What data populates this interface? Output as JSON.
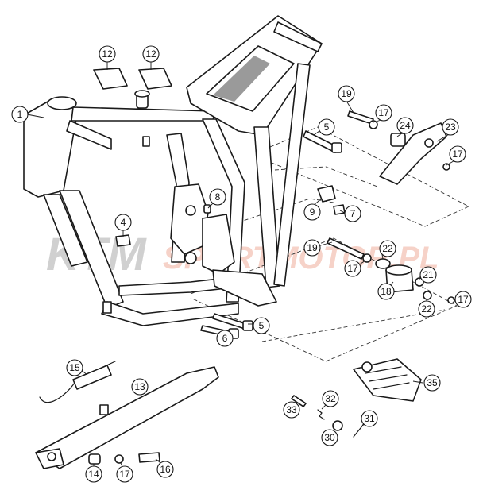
{
  "watermark": {
    "main": "KTM",
    "site": "SPORTMOTOR.PL"
  },
  "callouts": [
    {
      "key": "c1",
      "label": "1"
    },
    {
      "key": "c12a",
      "label": "12"
    },
    {
      "key": "c12b",
      "label": "12"
    },
    {
      "key": "c19a",
      "label": "19"
    },
    {
      "key": "c17a",
      "label": "17"
    },
    {
      "key": "c24",
      "label": "24"
    },
    {
      "key": "c23",
      "label": "23"
    },
    {
      "key": "c17b",
      "label": "17"
    },
    {
      "key": "c5a",
      "label": "5"
    },
    {
      "key": "c8",
      "label": "8"
    },
    {
      "key": "c9",
      "label": "9"
    },
    {
      "key": "c7",
      "label": "7"
    },
    {
      "key": "c4",
      "label": "4"
    },
    {
      "key": "c19b",
      "label": "19"
    },
    {
      "key": "c22a",
      "label": "22"
    },
    {
      "key": "c17c",
      "label": "17"
    },
    {
      "key": "c21",
      "label": "21"
    },
    {
      "key": "c18",
      "label": "18"
    },
    {
      "key": "c22b",
      "label": "22"
    },
    {
      "key": "c17d",
      "label": "17"
    },
    {
      "key": "c6",
      "label": "6"
    },
    {
      "key": "c5b",
      "label": "5"
    },
    {
      "key": "c15",
      "label": "15"
    },
    {
      "key": "c13",
      "label": "13"
    },
    {
      "key": "c35",
      "label": "35"
    },
    {
      "key": "c33",
      "label": "33"
    },
    {
      "key": "c32",
      "label": "32"
    },
    {
      "key": "c31",
      "label": "31"
    },
    {
      "key": "c30",
      "label": "30"
    },
    {
      "key": "c14",
      "label": "14"
    },
    {
      "key": "c17e",
      "label": "17"
    },
    {
      "key": "c16",
      "label": "16"
    }
  ]
}
